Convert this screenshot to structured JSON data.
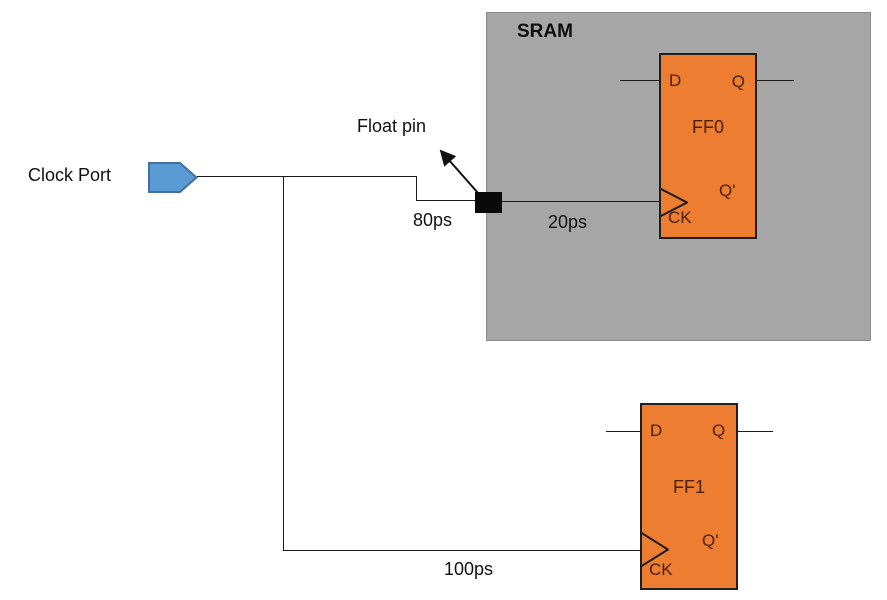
{
  "diagram": {
    "clock_port": {
      "label": "Clock Port"
    },
    "sram": {
      "label": "SRAM"
    },
    "float_pin": {
      "label": "Float pin"
    },
    "delays": {
      "clock_to_float": "80ps",
      "float_to_ff0_ck": "20ps",
      "clock_to_ff1_ck": "100ps"
    },
    "flip_flops": [
      {
        "name": "FF0",
        "pin_d": "D",
        "pin_q": "Q",
        "pin_qbar": "Q'",
        "pin_ck": "CK",
        "location": "inside SRAM"
      },
      {
        "name": "FF1",
        "pin_d": "D",
        "pin_q": "Q",
        "pin_qbar": "Q'",
        "pin_ck": "CK",
        "location": "outside SRAM"
      }
    ],
    "colors": {
      "sram_fill": "#a6a6a6",
      "ff_fill": "#ed7d31",
      "ff_text": "#4a2008",
      "clock_port_fill": "#5b9bd5",
      "clock_port_border": "#41719c",
      "wire": "#1a1a1a",
      "float_node_fill": "#0a0a0a",
      "background": "#ffffff"
    }
  }
}
